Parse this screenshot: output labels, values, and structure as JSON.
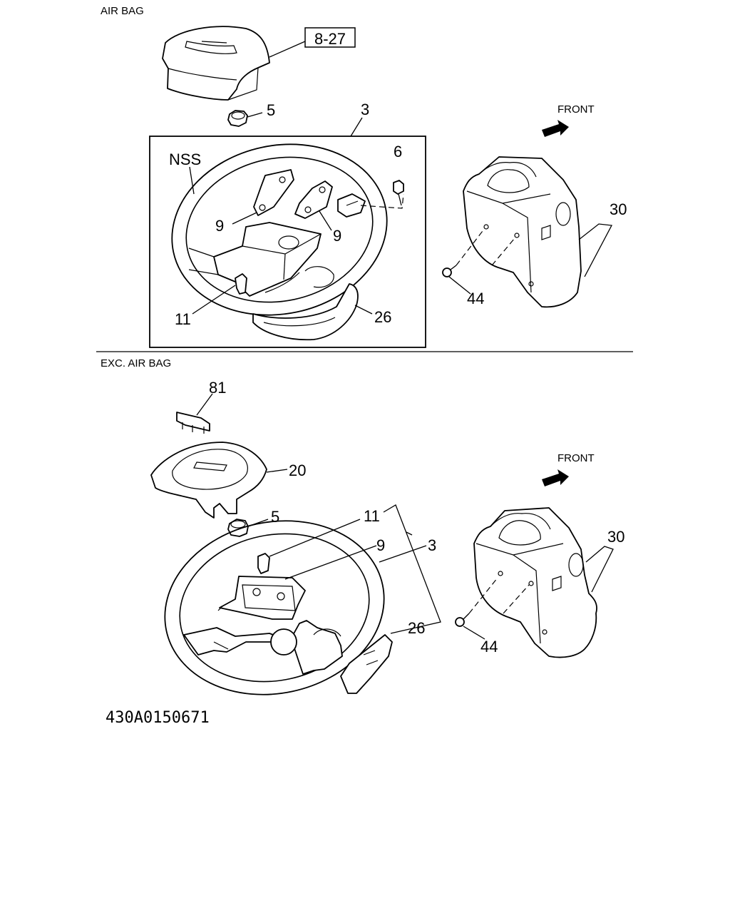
{
  "sections": [
    {
      "title": "AIR BAG"
    },
    {
      "title": "EXC. AIR BAG"
    }
  ],
  "direction_label": "FRONT",
  "reference_box": "8-27",
  "nss_label": "NSS",
  "callouts_airbag": [
    "5",
    "3",
    "6",
    "9",
    "9",
    "11",
    "26",
    "30",
    "44"
  ],
  "callouts_exc": [
    "81",
    "20",
    "5",
    "11",
    "9",
    "3",
    "26",
    "30",
    "44"
  ],
  "drawing_number": "430A0150671"
}
